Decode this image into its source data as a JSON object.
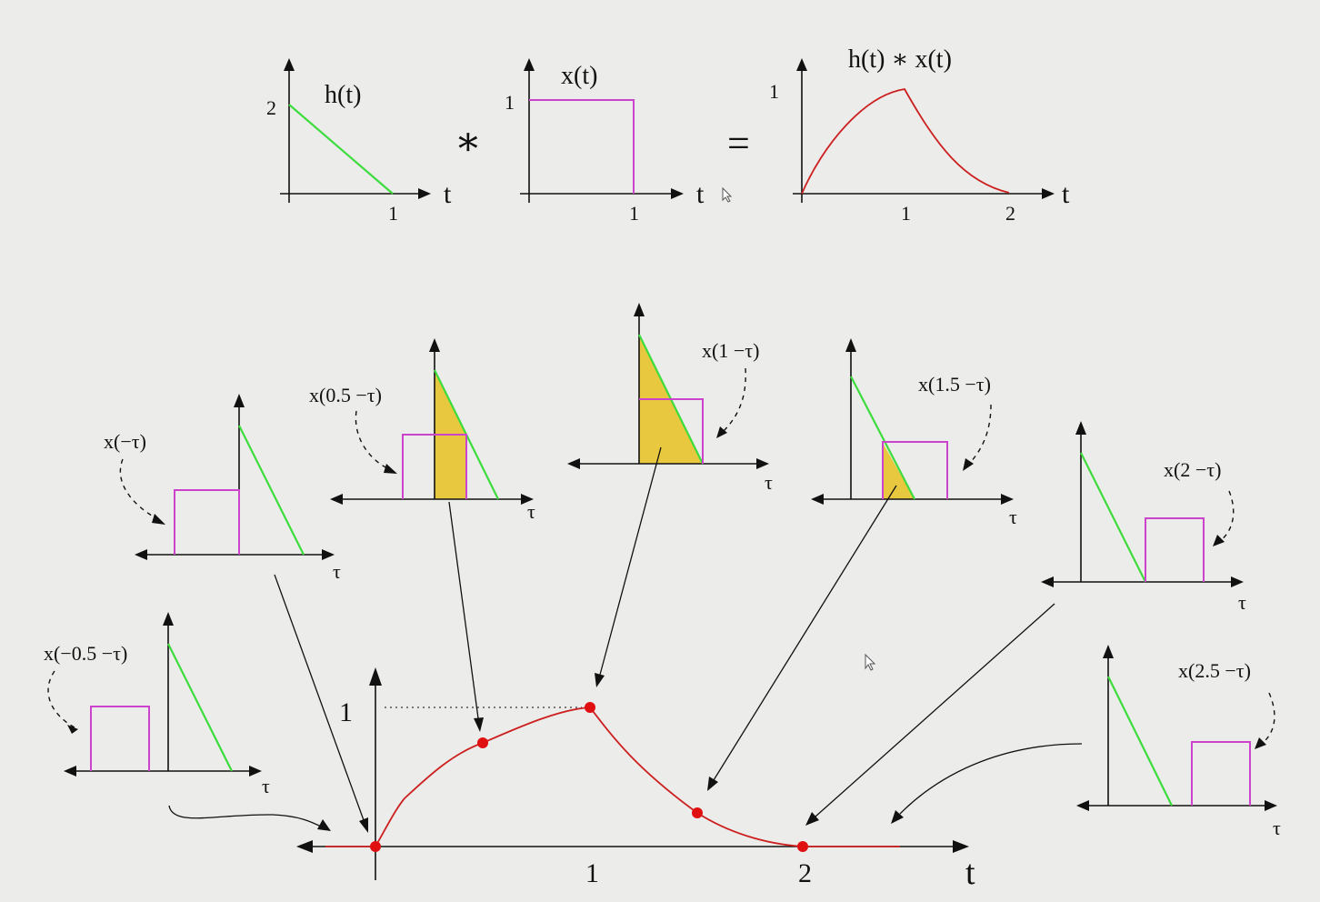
{
  "top_row": {
    "h_plot": {
      "title": "h(t)",
      "y_tick": "2",
      "x_tick": "1",
      "axis": "t"
    },
    "conv_symbol": "∗",
    "x_plot": {
      "title": "x(t)",
      "y_tick": "1",
      "x_tick": "1",
      "axis": "t"
    },
    "equals": "=",
    "result_plot": {
      "title": "h(t) ∗ x(t)",
      "y_tick": "1",
      "x_ticks": [
        "1",
        "2"
      ],
      "axis": "t"
    }
  },
  "snapshots": [
    {
      "label": "x(−0.5 −τ)",
      "axis": "τ"
    },
    {
      "label": "x(−τ)",
      "axis": "τ"
    },
    {
      "label": "x(0.5 −τ)",
      "axis": "τ"
    },
    {
      "label": "x(1 −τ)",
      "axis": "τ"
    },
    {
      "label": "x(1.5 −τ)",
      "axis": "τ"
    },
    {
      "label": "x(2 −τ)",
      "axis": "τ"
    },
    {
      "label": "x(2.5 −τ)",
      "axis": "τ"
    }
  ],
  "main_plot": {
    "y_tick": "1",
    "x_ticks": [
      "1",
      "2"
    ],
    "axis": "t",
    "points_t": [
      0,
      0.5,
      1,
      1.5,
      2
    ]
  },
  "colors": {
    "h": "#3ddc3d",
    "x": "#cc44cc",
    "result": "#cc2020",
    "overlap": "#e8c83e",
    "background": "#ececea"
  }
}
